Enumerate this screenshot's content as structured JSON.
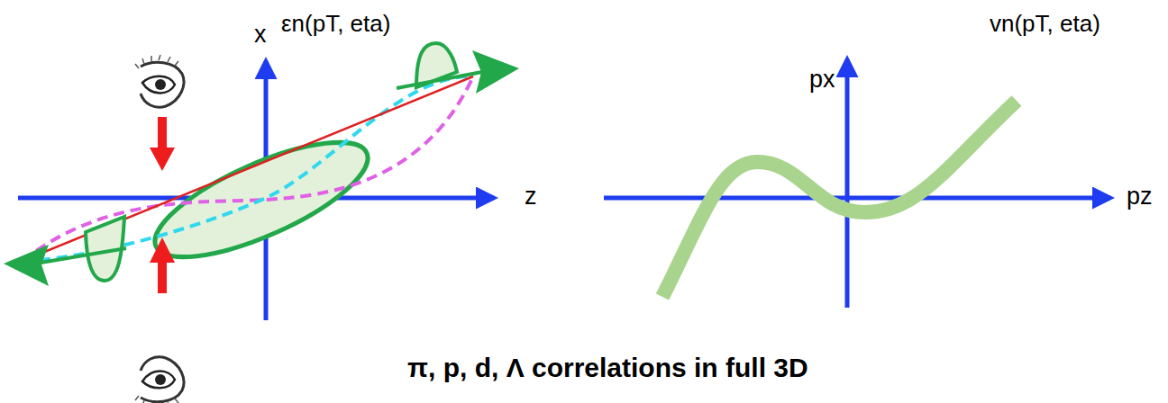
{
  "diagram": {
    "labels": [
      "εn(pT, eta)",
      "x",
      "z",
      "vn(pT, eta)",
      "px",
      "pz",
      "π, p, d, Λ correlations in full 3D"
    ]
  }
}
